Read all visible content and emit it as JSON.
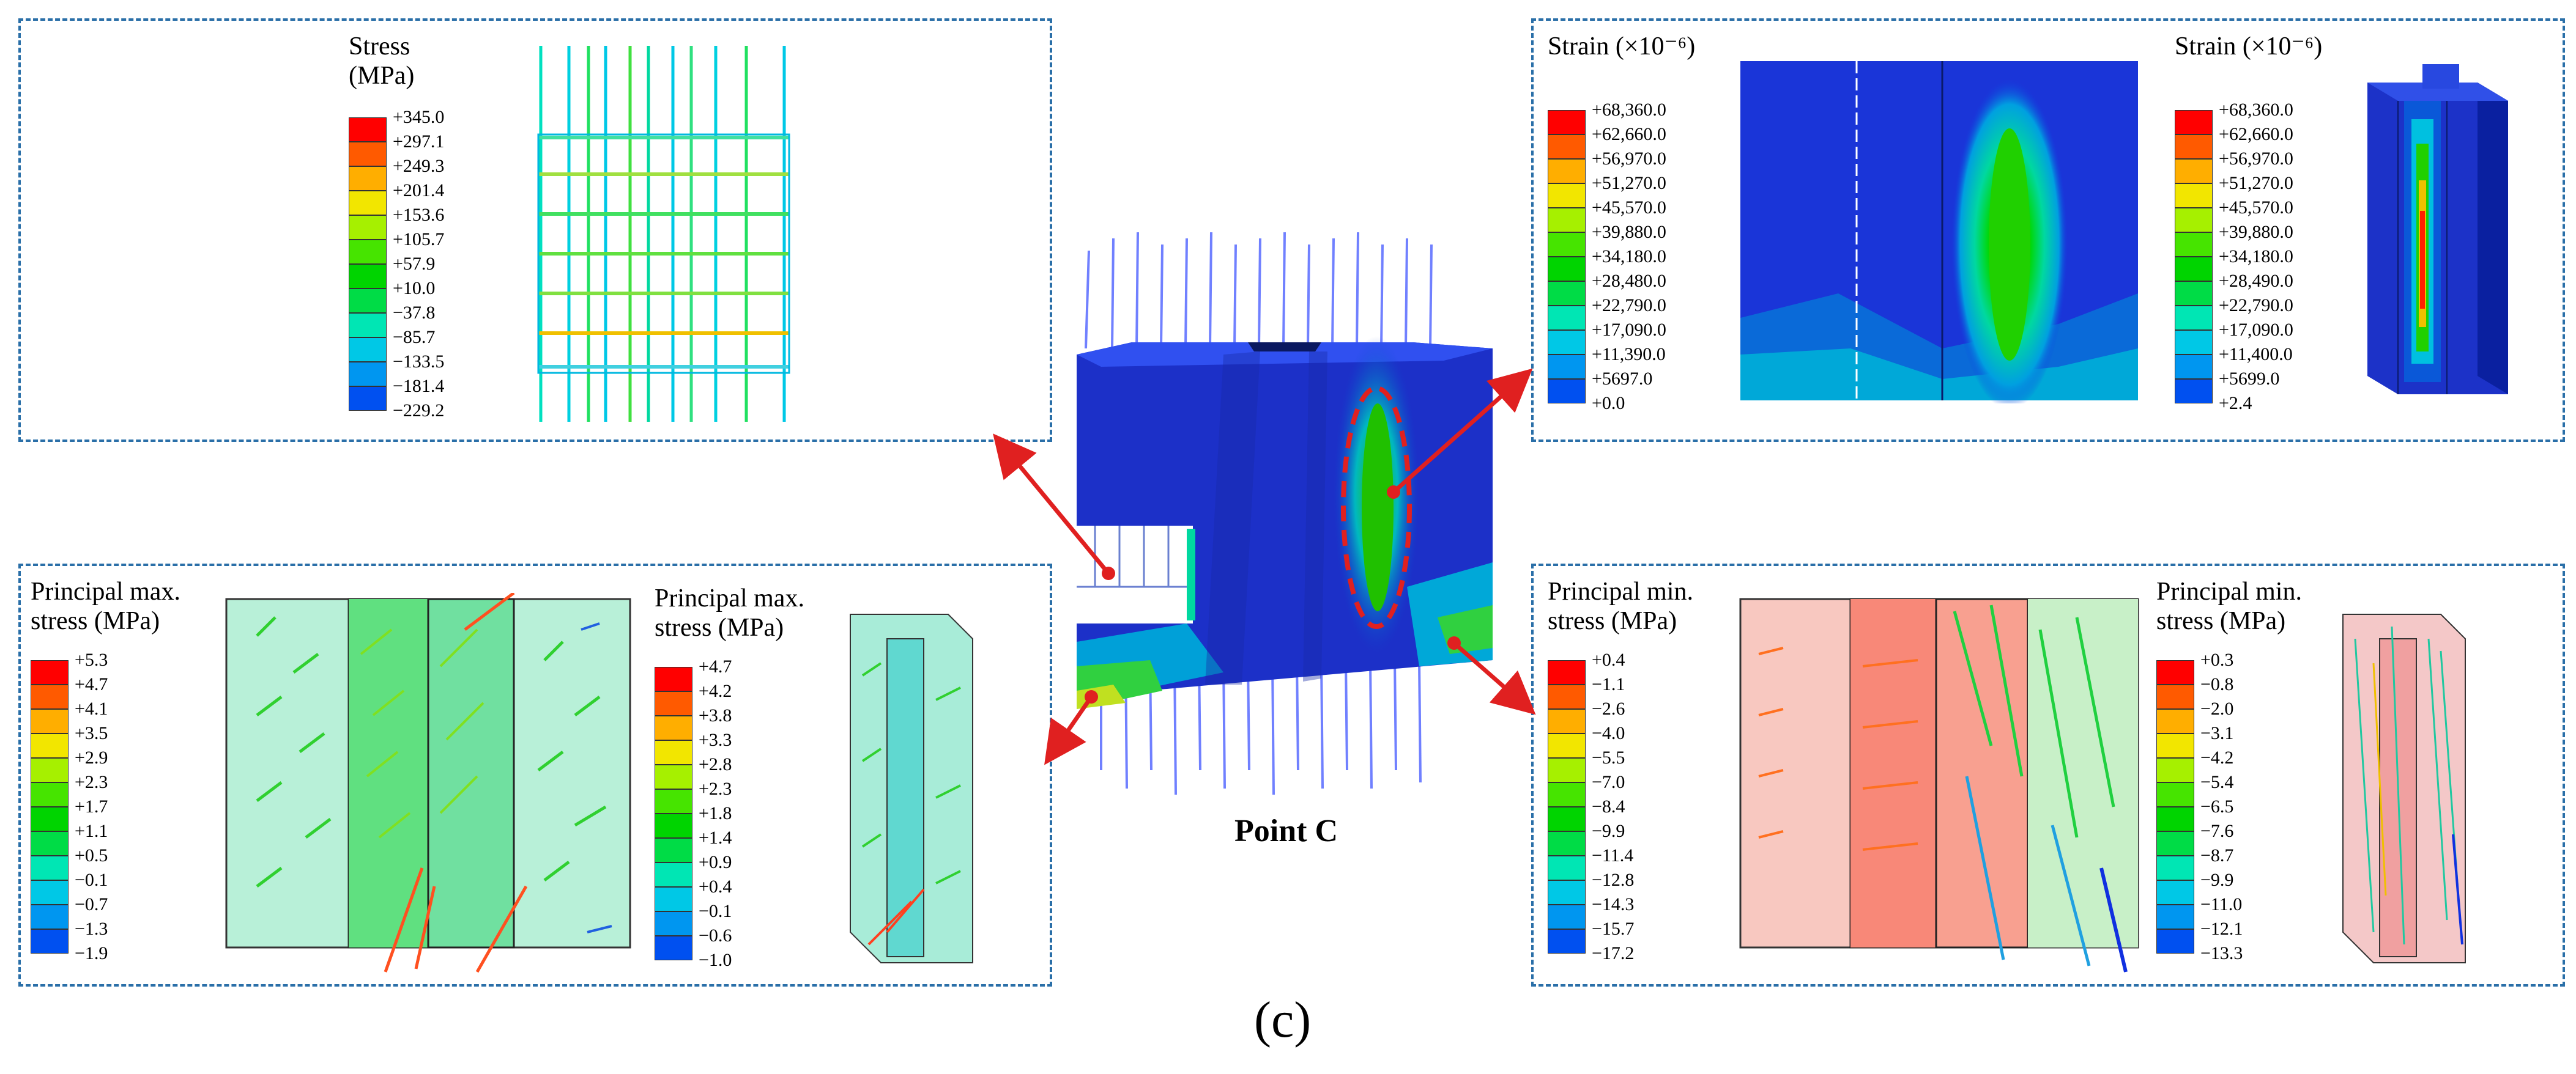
{
  "panels": {
    "stress": {
      "title": "Stress\n(MPa)",
      "labels": [
        "+345.0",
        "+297.1",
        "+249.3",
        "+201.4",
        "+153.6",
        "+105.7",
        "+57.9",
        "+10.0",
        "−37.8",
        "−85.7",
        "−133.5",
        "−181.4",
        "−229.2"
      ]
    },
    "strain1": {
      "title": "Strain (×10⁻⁶)",
      "labels": [
        "+68,360.0",
        "+62,660.0",
        "+56,970.0",
        "+51,270.0",
        "+45,570.0",
        "+39,880.0",
        "+34,180.0",
        "+28,480.0",
        "+22,790.0",
        "+17,090.0",
        "+11,390.0",
        "+5697.0",
        "+0.0"
      ]
    },
    "strain2": {
      "title": "Strain (×10⁻⁶)",
      "labels": [
        "+68,360.0",
        "+62,660.0",
        "+56,970.0",
        "+51,270.0",
        "+45,570.0",
        "+39,880.0",
        "+34,180.0",
        "+28,490.0",
        "+22,790.0",
        "+17,090.0",
        "+11,400.0",
        "+5699.0",
        "+2.4"
      ]
    },
    "pmax1": {
      "title": "Principal max.\nstress (MPa)",
      "labels": [
        "+5.3",
        "+4.7",
        "+4.1",
        "+3.5",
        "+2.9",
        "+2.3",
        "+1.7",
        "+1.1",
        "+0.5",
        "−0.1",
        "−0.7",
        "−1.3",
        "−1.9"
      ]
    },
    "pmax2": {
      "title": "Principal max.\nstress (MPa)",
      "labels": [
        "+4.7",
        "+4.2",
        "+3.8",
        "+3.3",
        "+2.8",
        "+2.3",
        "+1.8",
        "+1.4",
        "+0.9",
        "+0.4",
        "−0.1",
        "−0.6",
        "−1.0"
      ]
    },
    "pmin1": {
      "title": "Principal min.\nstress (MPa)",
      "labels": [
        "+0.4",
        "−1.1",
        "−2.6",
        "−4.0",
        "−5.5",
        "−7.0",
        "−8.4",
        "−9.9",
        "−11.4",
        "−12.8",
        "−14.3",
        "−15.7",
        "−17.2"
      ]
    },
    "pmin2": {
      "title": "Principal min.\nstress (MPa)",
      "labels": [
        "+0.3",
        "−0.8",
        "−2.0",
        "−3.1",
        "−4.2",
        "−5.4",
        "−6.5",
        "−7.6",
        "−8.7",
        "−9.9",
        "−11.0",
        "−12.1",
        "−13.3"
      ]
    }
  },
  "colorscale": [
    "#ff0000",
    "#ff5a00",
    "#ffae00",
    "#f2e600",
    "#a6f000",
    "#46e400",
    "#00d400",
    "#00dc46",
    "#00e6b4",
    "#00c8e6",
    "#0096f0",
    "#0050f0",
    "#0000ff"
  ],
  "center_label": "Point C",
  "caption": "(c)"
}
